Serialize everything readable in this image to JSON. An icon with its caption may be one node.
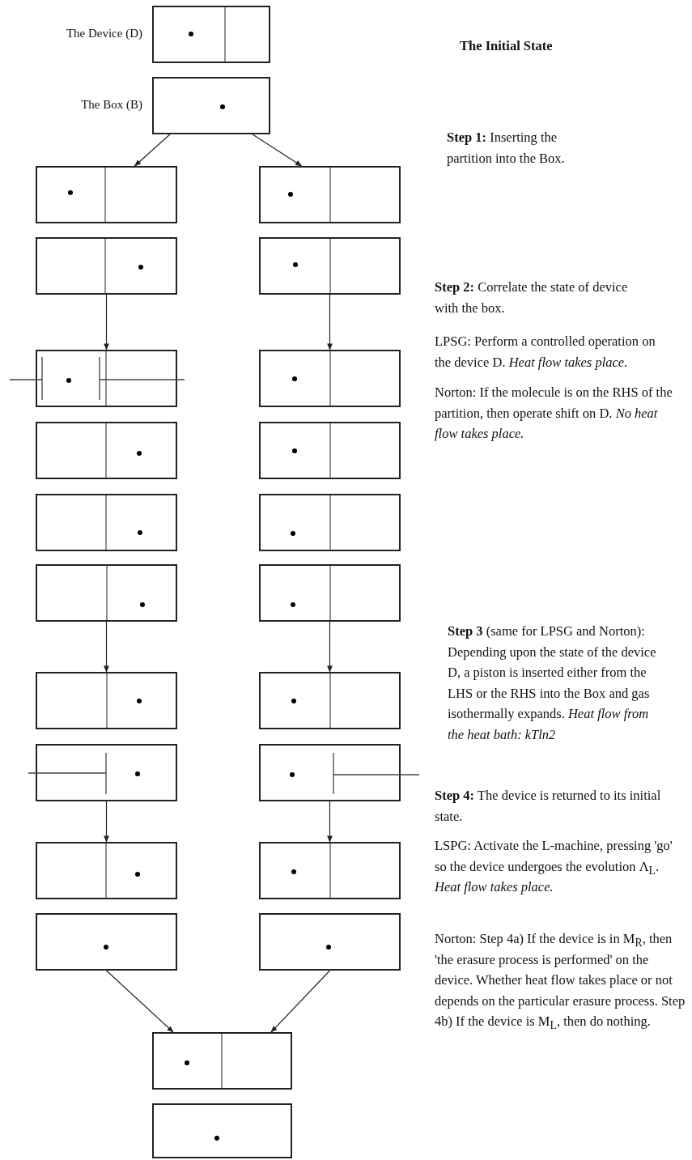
{
  "diagram": {
    "nodes": [
      {
        "text": [],
        "shape": "box",
        "beside": [
          "The Device (D)"
        ]
      },
      {
        "text": [],
        "shape": "box",
        "beside": [
          "The Box (B)"
        ]
      },
      {
        "text": [],
        "shape": "box"
      },
      {
        "text": [],
        "shape": "box"
      },
      {
        "text": [],
        "shape": "box"
      },
      {
        "text": [],
        "shape": "box"
      },
      {
        "text": [],
        "shape": "box"
      },
      {
        "text": [],
        "shape": "box"
      },
      {
        "text": [],
        "shape": "box"
      },
      {
        "text": [],
        "shape": "box"
      },
      {
        "text": [],
        "shape": "box"
      },
      {
        "text": [],
        "shape": "box"
      },
      {
        "text": [],
        "shape": "box"
      },
      {
        "text": [],
        "shape": "box"
      },
      {
        "text": [],
        "shape": "box"
      },
      {
        "text": [],
        "shape": "box"
      },
      {
        "text": [],
        "shape": "box"
      },
      {
        "text": [],
        "shape": "box"
      },
      {
        "text": [],
        "shape": "box"
      },
      {
        "text": [],
        "shape": "box"
      },
      {
        "text": [],
        "shape": "box"
      },
      {
        "text": [],
        "shape": "box"
      },
      {
        "text": [],
        "shape": "box"
      },
      {
        "text": [],
        "shape": "box"
      }
    ],
    "edges": [
      {
        "from": 1,
        "to": 2,
        "arrow": "to"
      },
      {
        "from": 1,
        "to": 3,
        "arrow": "to"
      },
      {
        "from": 4,
        "to": 6,
        "arrow": "to"
      },
      {
        "from": 5,
        "to": 7,
        "arrow": "to"
      },
      {
        "from": 12,
        "to": 14,
        "arrow": "to"
      },
      {
        "from": 13,
        "to": 15,
        "arrow": "to"
      },
      {
        "from": 16,
        "to": 18,
        "arrow": "to"
      },
      {
        "from": 17,
        "to": 19,
        "arrow": "to"
      },
      {
        "from": 20,
        "to": 22,
        "arrow": "to"
      },
      {
        "from": 21,
        "to": 22,
        "arrow": "to"
      }
    ],
    "labels": [
      "The Initial State",
      "**Step 1:** Inserting the partition into the Box.",
      "**Step 2:** Correlate the state of device with the box.",
      "LPSG: Perform a controlled operation on the device D. *Heat flow takes place.*",
      "Norton: If the molecule is on the RHS of the partition, then operate shift on D. *No heat flow takes place.*",
      "**Step 3** (same for LPSG and Norton): Depending upon the state of the device D, a piston is inserted either from the LHS or the RHS into the Box and gas isothermally expands. *Heat flow from the heat bath: kTln2*",
      "**Step 4:** The device is returned to its initial state.",
      "LSPG: Activate the L-machine, pressing 'go' so the device undergoes the evolution Λ$_{L}$. *Heat flow takes place.*",
      "Norton: Step 4a) If the device is in M$_{R}$, then 'the erasure process is performed' on the device. Whether heat flow takes place or not depends on the particular erasure process. Step 4b) If the device is M$_{L}$, then do nothing."
    ]
  }
}
